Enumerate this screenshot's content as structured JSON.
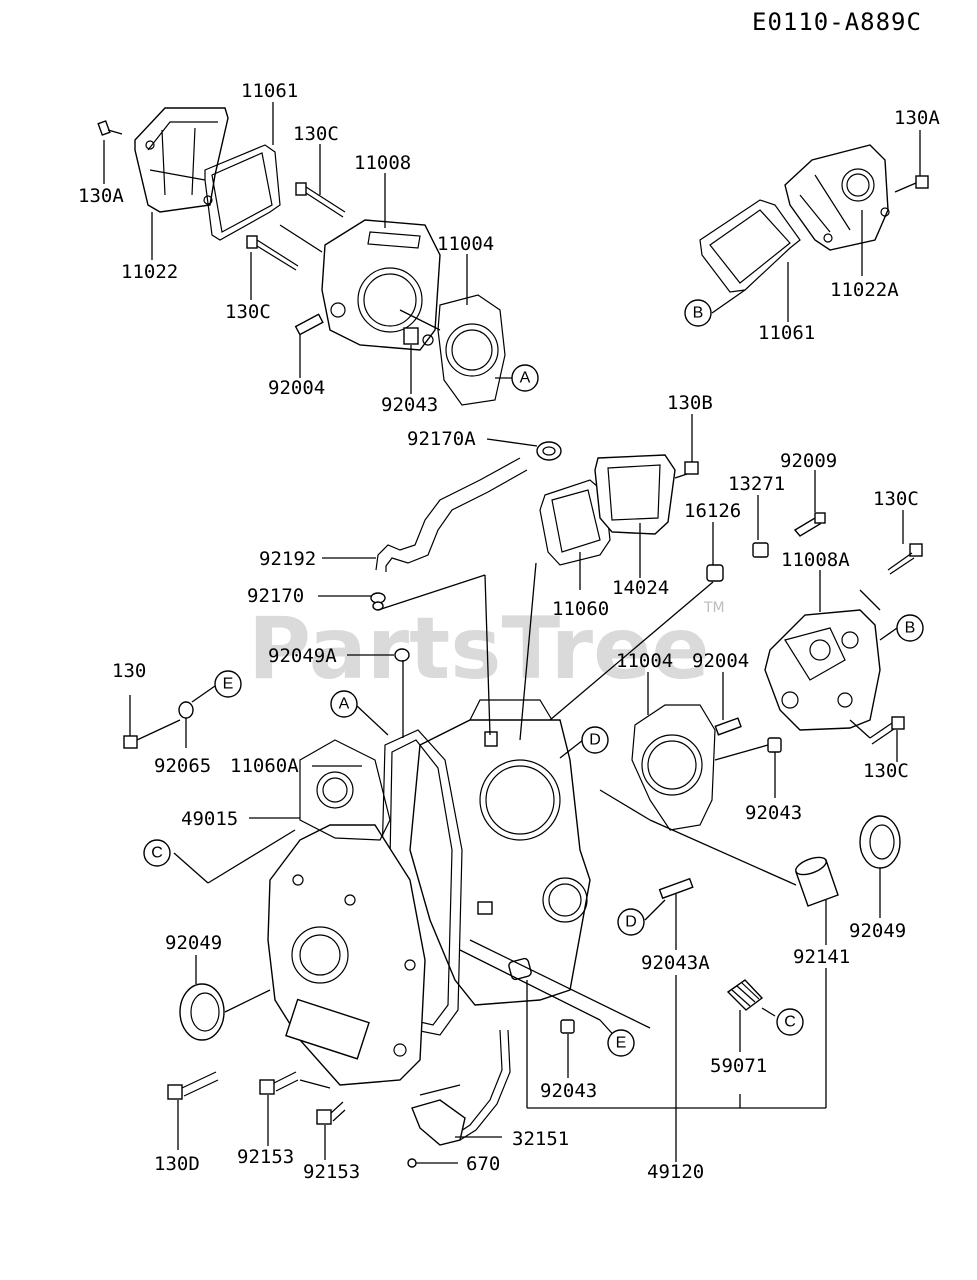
{
  "diagram_code": "E0110-A889C",
  "watermark": {
    "text": "PartsTree",
    "tm": "TM"
  },
  "labels": {
    "p11061_top": "11061",
    "p130C_top": "130C",
    "p11008": "11008",
    "p130A_left": "130A",
    "p11022": "11022",
    "p11004_top": "11004",
    "p130C_mid": "130C",
    "p92004_top": "92004",
    "p92043_top": "92043",
    "p130A_right": "130A",
    "p11022A": "11022A",
    "p11061_right": "11061",
    "p130B": "130B",
    "p92170A": "92170A",
    "p92009": "92009",
    "p13271": "13271",
    "p130C_right": "130C",
    "p16126": "16126",
    "p92192": "92192",
    "p11008A": "11008A",
    "p14024": "14024",
    "p92170": "92170",
    "p11060": "11060",
    "p92049A": "92049A",
    "p11004_mid": "11004",
    "p92004_mid": "92004",
    "p130": "130",
    "p11060A": "11060A",
    "p92065": "92065",
    "p130C_low": "130C",
    "p49015": "49015",
    "p92043_mid": "92043",
    "p92049_left": "92049",
    "p92049_right": "92049",
    "p92043A": "92043A",
    "p92141": "92141",
    "p59071": "59071",
    "p92043_low": "92043",
    "p32151": "32151",
    "p670": "670",
    "p130D": "130D",
    "p92153_a": "92153",
    "p92153_b": "92153",
    "p49120": "49120"
  },
  "callouts": {
    "a1": "A",
    "a2": "A",
    "b1": "B",
    "b2": "B",
    "c1": "C",
    "c2": "C",
    "d1": "D",
    "d2": "D",
    "e1": "E",
    "e2": "E"
  }
}
